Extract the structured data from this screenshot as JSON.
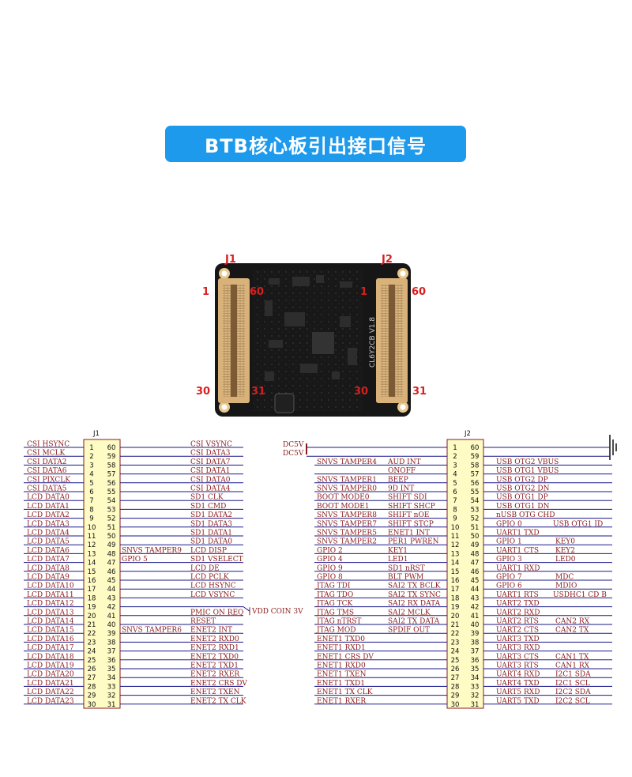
{
  "title": "BTB核心板引出接口信号",
  "board": {
    "connector_j1": "J1",
    "connector_j2": "J2",
    "silk_text": "CL6Y2CB V1.8",
    "callouts": {
      "j1_top_left": "1",
      "j1_top_right": "60",
      "j1_bottom_left": "30",
      "j1_bottom_right": "31",
      "j2_top_left": "1",
      "j2_top_right": "60",
      "j2_bottom_left": "30",
      "j2_bottom_right": "31"
    },
    "colors": {
      "callout": "#d62020",
      "pcb": "#161616",
      "connector": "#c8a070",
      "banner": "#1e9aec"
    }
  },
  "j1": {
    "name": "J1",
    "extra_net": "VDD_COIN_3V",
    "rows": [
      {
        "l": "CSI_HSYNC",
        "a": "1",
        "b": "60",
        "r": "CSI_VSYNC",
        "m": ""
      },
      {
        "l": "CSI_MCLK",
        "a": "2",
        "b": "59",
        "r": "CSI_DATA3",
        "m": ""
      },
      {
        "l": "CSI_DATA2",
        "a": "3",
        "b": "58",
        "r": "CSI_DATA7",
        "m": ""
      },
      {
        "l": "CSI_DATA6",
        "a": "4",
        "b": "57",
        "r": "CSI_DATA1",
        "m": ""
      },
      {
        "l": "CSI_PIXCLK",
        "a": "5",
        "b": "56",
        "r": "CSI_DATA0",
        "m": ""
      },
      {
        "l": "CSI_DATA5",
        "a": "6",
        "b": "55",
        "r": "CSI_DATA4",
        "m": ""
      },
      {
        "l": "LCD_DATA0",
        "a": "7",
        "b": "54",
        "r": "SD1_CLK",
        "m": ""
      },
      {
        "l": "LCD_DATA1",
        "a": "8",
        "b": "53",
        "r": "SD1_CMD",
        "m": ""
      },
      {
        "l": "LCD_DATA2",
        "a": "9",
        "b": "52",
        "r": "SD1_DATA2",
        "m": ""
      },
      {
        "l": "LCD_DATA3",
        "a": "10",
        "b": "51",
        "r": "SD1_DATA3",
        "m": ""
      },
      {
        "l": "LCD_DATA4",
        "a": "11",
        "b": "50",
        "r": "SD1_DATA1",
        "m": ""
      },
      {
        "l": "LCD_DATA5",
        "a": "12",
        "b": "49",
        "r": "SD1_DATA0",
        "m": ""
      },
      {
        "l": "LCD_DATA6",
        "a": "13",
        "b": "48",
        "r": "LCD_DISP",
        "m": "SNVS_TAMPER9"
      },
      {
        "l": "LCD_DATA7",
        "a": "14",
        "b": "47",
        "r": "SD1_VSELECT",
        "m": "GPIO_5"
      },
      {
        "l": "LCD_DATA8",
        "a": "15",
        "b": "46",
        "r": "LCD_DE",
        "m": ""
      },
      {
        "l": "LCD_DATA9",
        "a": "16",
        "b": "45",
        "r": "LCD_PCLK",
        "m": ""
      },
      {
        "l": "LCD_DATA10",
        "a": "17",
        "b": "44",
        "r": "LCD_HSYNC",
        "m": ""
      },
      {
        "l": "LCD_DATA11",
        "a": "18",
        "b": "43",
        "r": "LCD_VSYNC",
        "m": ""
      },
      {
        "l": "LCD_DATA12",
        "a": "19",
        "b": "42",
        "r": "",
        "m": ""
      },
      {
        "l": "LCD_DATA13",
        "a": "20",
        "b": "41",
        "r": "PMIC_ON_REQ",
        "m": ""
      },
      {
        "l": "LCD_DATA14",
        "a": "21",
        "b": "40",
        "r": "RESET",
        "m": ""
      },
      {
        "l": "LCD_DATA15",
        "a": "22",
        "b": "39",
        "r": "ENET2_INT",
        "m": "SNVS_TAMPER6"
      },
      {
        "l": "LCD_DATA16",
        "a": "23",
        "b": "38",
        "r": "ENET2_RXD0",
        "m": ""
      },
      {
        "l": "LCD_DATA17",
        "a": "24",
        "b": "37",
        "r": "ENET2_RXD1",
        "m": ""
      },
      {
        "l": "LCD_DATA18",
        "a": "25",
        "b": "36",
        "r": "ENET2_TXD0",
        "m": ""
      },
      {
        "l": "LCD_DATA19",
        "a": "26",
        "b": "35",
        "r": "ENET2_TXD1",
        "m": ""
      },
      {
        "l": "LCD_DATA20",
        "a": "27",
        "b": "34",
        "r": "ENET2_RXER",
        "m": ""
      },
      {
        "l": "LCD_DATA21",
        "a": "28",
        "b": "33",
        "r": "ENET2_CRS_DV",
        "m": ""
      },
      {
        "l": "LCD_DATA22",
        "a": "29",
        "b": "32",
        "r": "ENET2_TXEN",
        "m": ""
      },
      {
        "l": "LCD_DATA23",
        "a": "30",
        "b": "31",
        "r": "ENET2_TX_CLK",
        "m": ""
      }
    ]
  },
  "j2": {
    "name": "J2",
    "power_labels": [
      "DC5V",
      "DC5V"
    ],
    "rows": [
      {
        "l": "",
        "m": "",
        "a": "1",
        "b": "60",
        "r": "",
        "r2": ""
      },
      {
        "l": "",
        "m": "",
        "a": "2",
        "b": "59",
        "r": "",
        "r2": ""
      },
      {
        "l": "SNVS_TAMPER4",
        "m": "AUD_INT",
        "a": "3",
        "b": "58",
        "r": "USB_OTG2_VBUS",
        "r2": ""
      },
      {
        "l": "",
        "m": "ONOFF",
        "a": "4",
        "b": "57",
        "r": "USB_OTG1_VBUS",
        "r2": ""
      },
      {
        "l": "SNVS_TAMPER1",
        "m": "BEEP",
        "a": "5",
        "b": "56",
        "r": "USB_OTG2_DP",
        "r2": ""
      },
      {
        "l": "SNVS_TAMPER0",
        "m": "9D_INT",
        "a": "6",
        "b": "55",
        "r": "USB_OTG2_DN",
        "r2": ""
      },
      {
        "l": "BOOT_MODE0",
        "m": "SHIFT_SDI",
        "a": "7",
        "b": "54",
        "r": "USB_OTG1_DP",
        "r2": ""
      },
      {
        "l": "BOOT_MODE1",
        "m": "SHIFT_SHCP",
        "a": "8",
        "b": "53",
        "r": "USB_OTG1_DN",
        "r2": ""
      },
      {
        "l": "SNVS_TAMPER8",
        "m": "SHIFT_nOE",
        "a": "9",
        "b": "52",
        "r": "nUSB_OTG_CHD",
        "r2": ""
      },
      {
        "l": "SNVS_TAMPER7",
        "m": "SHIFT_STCP",
        "a": "10",
        "b": "51",
        "r": "GPIO_0",
        "r2": "USB_OTG1_ID"
      },
      {
        "l": "SNVS_TAMPER5",
        "m": "ENET1_INT",
        "a": "11",
        "b": "50",
        "r": "UART1_TXD",
        "r2": ""
      },
      {
        "l": "SNVS_TAMPER2",
        "m": "PER1_PWREN",
        "a": "12",
        "b": "49",
        "r": "GPIO_1",
        "r2": "KEY0"
      },
      {
        "l": "GPIO_2",
        "m": "KEY1",
        "a": "13",
        "b": "48",
        "r": "UART1_CTS",
        "r2": "KEY2"
      },
      {
        "l": "GPIO_4",
        "m": "LED1",
        "a": "14",
        "b": "47",
        "r": "GPIO_3",
        "r2": "LED0"
      },
      {
        "l": "GPIO_9",
        "m": "SD1_nRST",
        "a": "15",
        "b": "46",
        "r": "UART1_RXD",
        "r2": ""
      },
      {
        "l": "GPIO_8",
        "m": "BLT_PWM",
        "a": "16",
        "b": "45",
        "r": "GPIO_7",
        "r2": "MDC"
      },
      {
        "l": "JTAG_TDI",
        "m": "SAI2_TX_BCLK",
        "a": "17",
        "b": "44",
        "r": "GPIO_6",
        "r2": "MDIO"
      },
      {
        "l": "JTAG_TDO",
        "m": "SAI2_TX_SYNC",
        "a": "18",
        "b": "43",
        "r": "UART1_RTS",
        "r2": "USDHC1_CD_B"
      },
      {
        "l": "JTAG_TCK",
        "m": "SAI2_RX_DATA",
        "a": "19",
        "b": "42",
        "r": "UART2_TXD",
        "r2": ""
      },
      {
        "l": "JTAG_TMS",
        "m": "SAI2_MCLK",
        "a": "20",
        "b": "41",
        "r": "UART2_RXD",
        "r2": ""
      },
      {
        "l": "JTAG_nTRST",
        "m": "SAI2_TX_DATA",
        "a": "21",
        "b": "40",
        "r": "UART2_RTS",
        "r2": "CAN2_RX"
      },
      {
        "l": "JTAG_MOD",
        "m": "SPDIF_OUT",
        "a": "22",
        "b": "39",
        "r": "UART2_CTS",
        "r2": "CAN2_TX"
      },
      {
        "l": "ENET1_TXD0",
        "m": "",
        "a": "23",
        "b": "38",
        "r": "UART3_TXD",
        "r2": ""
      },
      {
        "l": "ENET1_RXD1",
        "m": "",
        "a": "24",
        "b": "37",
        "r": "UART3_RXD",
        "r2": ""
      },
      {
        "l": "ENET1_CRS_DV",
        "m": "",
        "a": "25",
        "b": "36",
        "r": "UART3_CTS",
        "r2": "CAN1_TX"
      },
      {
        "l": "ENET1_RXD0",
        "m": "",
        "a": "26",
        "b": "35",
        "r": "UART3_RTS",
        "r2": "CAN1_RX"
      },
      {
        "l": "ENET1_TXEN",
        "m": "",
        "a": "27",
        "b": "34",
        "r": "UART4_RXD",
        "r2": "I2C1_SDA"
      },
      {
        "l": "ENET1_TXD1",
        "m": "",
        "a": "28",
        "b": "33",
        "r": "UART4_TXD",
        "r2": "I2C1_SCL"
      },
      {
        "l": "ENET1_TX_CLK",
        "m": "",
        "a": "29",
        "b": "32",
        "r": "UART5_RXD",
        "r2": "I2C2_SDA"
      },
      {
        "l": "ENET1_RXER",
        "m": "",
        "a": "30",
        "b": "31",
        "r": "UART5_TXD",
        "r2": "I2C2_SCL"
      }
    ]
  }
}
